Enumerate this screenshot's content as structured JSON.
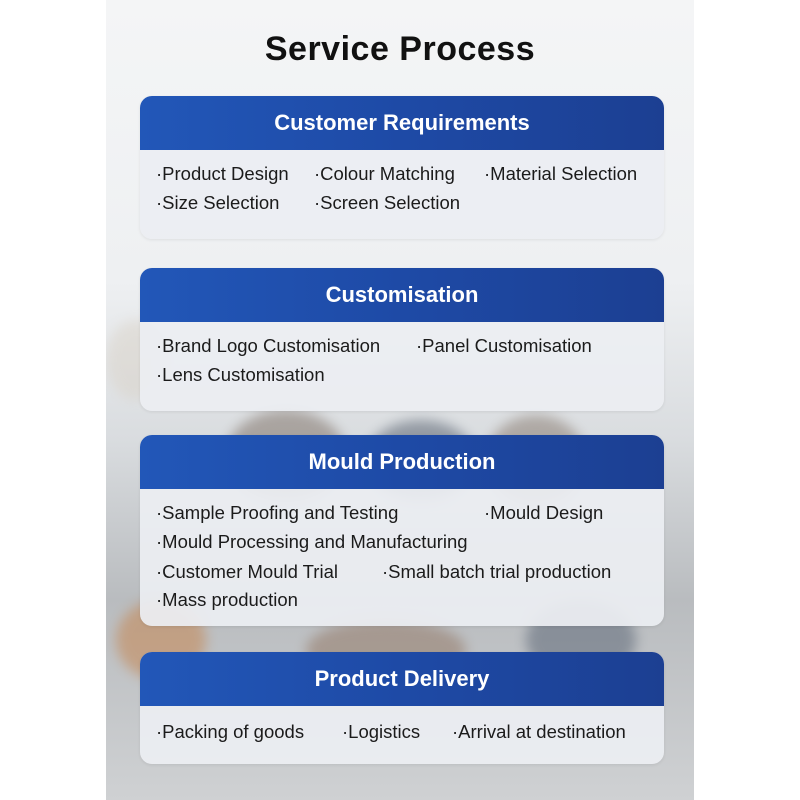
{
  "page": {
    "title": "Service Process",
    "accent_color": "#2257b8"
  },
  "sections": [
    {
      "heading": "Customer Requirements",
      "items": [
        "·Product Design",
        "·Colour Matching",
        "·Material Selection",
        "·Size Selection",
        "·Screen Selection"
      ]
    },
    {
      "heading": "Customisation",
      "items": [
        "·Brand Logo Customisation",
        "·Panel Customisation",
        "·Lens Customisation"
      ]
    },
    {
      "heading": "Mould Production",
      "items": [
        "·Sample Proofing and Testing",
        "·Mould Design",
        "·Mould Processing and Manufacturing",
        "·Customer Mould Trial",
        "·Small batch trial production",
        "·Mass production"
      ]
    },
    {
      "heading": "Product Delivery",
      "items": [
        "·Packing of goods",
        "·Logistics",
        "·Arrival at destination"
      ]
    }
  ]
}
